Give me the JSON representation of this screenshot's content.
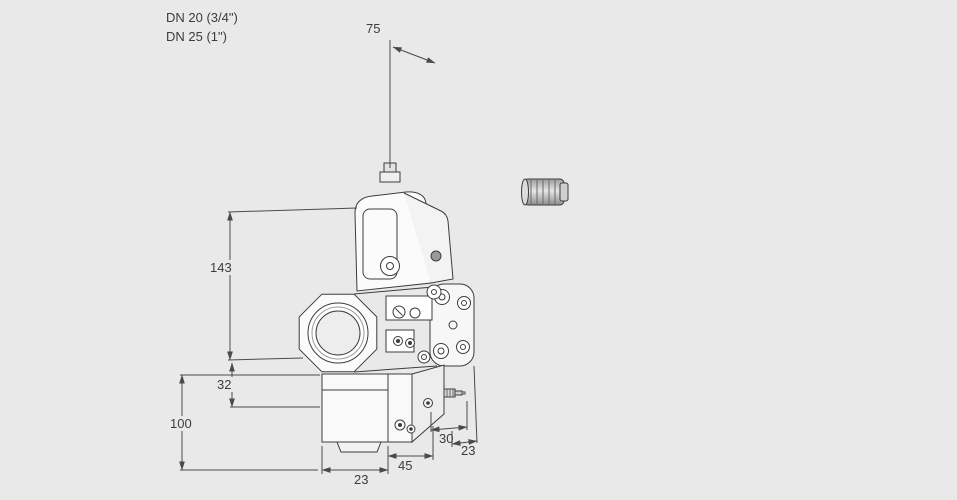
{
  "header": {
    "line1": "DN 20 (3/4\")",
    "line2": "DN 25 (1\")"
  },
  "dims": {
    "top_width": "75",
    "upper_height": "143",
    "mid_offset": "32",
    "total_height": "100",
    "depth": "30",
    "flange_offset": "23",
    "base_width": "45",
    "base_offset": "23"
  },
  "colors": {
    "background": "#e9e9e9",
    "line": "#3d3d3d",
    "dimension": "#4a4a4a"
  }
}
